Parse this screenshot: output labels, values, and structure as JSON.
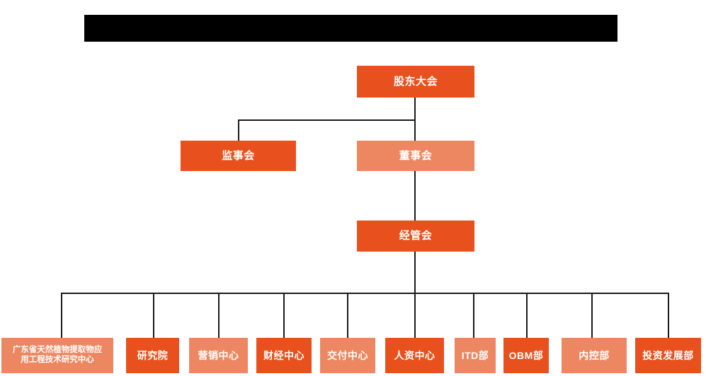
{
  "document": {
    "type": "organization-chart",
    "language": "zh-CN",
    "title_bar": {
      "state": "redacted",
      "label": ""
    }
  },
  "theme": {
    "background": "#FFFFFF",
    "node_primary": "#E8511D",
    "node_secondary": "#ED8761",
    "connector": "#1A1A1A",
    "node_text": "#FFFFFF",
    "redaction": "#000000"
  },
  "levels": [
    {
      "level": 1,
      "nodes": [
        {
          "id": "shareholders",
          "label": "股东大会",
          "color": "#E8511D"
        }
      ]
    },
    {
      "level": 2,
      "nodes": [
        {
          "id": "supervisors",
          "label": "监事会",
          "color": "#E8511D"
        },
        {
          "id": "directors",
          "label": "董事会",
          "color": "#ED8761"
        }
      ]
    },
    {
      "level": 3,
      "nodes": [
        {
          "id": "management",
          "label": "经管会",
          "color": "#E8511D"
        }
      ]
    },
    {
      "level": 4,
      "nodes": [
        {
          "id": "research-center",
          "label": "广东省天然植物提取物应用工程技术研究中心",
          "label_line1": "广东省天然植物提取物应",
          "label_line2": "用工程技术研究中心",
          "color": "#ED8761"
        },
        {
          "id": "research-institute",
          "label": "研究院",
          "color": "#E8511D"
        },
        {
          "id": "marketing-center",
          "label": "营销中心",
          "color": "#ED8761"
        },
        {
          "id": "finance-center",
          "label": "财经中心",
          "color": "#E8511D"
        },
        {
          "id": "delivery-center",
          "label": "交付中心",
          "color": "#ED8761"
        },
        {
          "id": "hr-center",
          "label": "人资中心",
          "color": "#E8511D"
        },
        {
          "id": "itd-dept",
          "label": "ITD部",
          "color": "#ED8761"
        },
        {
          "id": "obm-dept",
          "label": "OBM部",
          "color": "#E8511D"
        },
        {
          "id": "internal-control-dept",
          "label": "内控部",
          "color": "#ED8761"
        },
        {
          "id": "investment-development-dept",
          "label": "投资发展部",
          "color": "#E8511D"
        }
      ]
    }
  ],
  "edges": [
    {
      "from": "shareholders",
      "to": "supervisors"
    },
    {
      "from": "shareholders",
      "to": "directors"
    },
    {
      "from": "directors",
      "to": "management"
    },
    {
      "from": "management",
      "to": "research-center"
    },
    {
      "from": "management",
      "to": "research-institute"
    },
    {
      "from": "management",
      "to": "marketing-center"
    },
    {
      "from": "management",
      "to": "finance-center"
    },
    {
      "from": "management",
      "to": "delivery-center"
    },
    {
      "from": "management",
      "to": "hr-center"
    },
    {
      "from": "management",
      "to": "itd-dept"
    },
    {
      "from": "management",
      "to": "obm-dept"
    },
    {
      "from": "management",
      "to": "internal-control-dept"
    },
    {
      "from": "management",
      "to": "investment-development-dept"
    }
  ]
}
